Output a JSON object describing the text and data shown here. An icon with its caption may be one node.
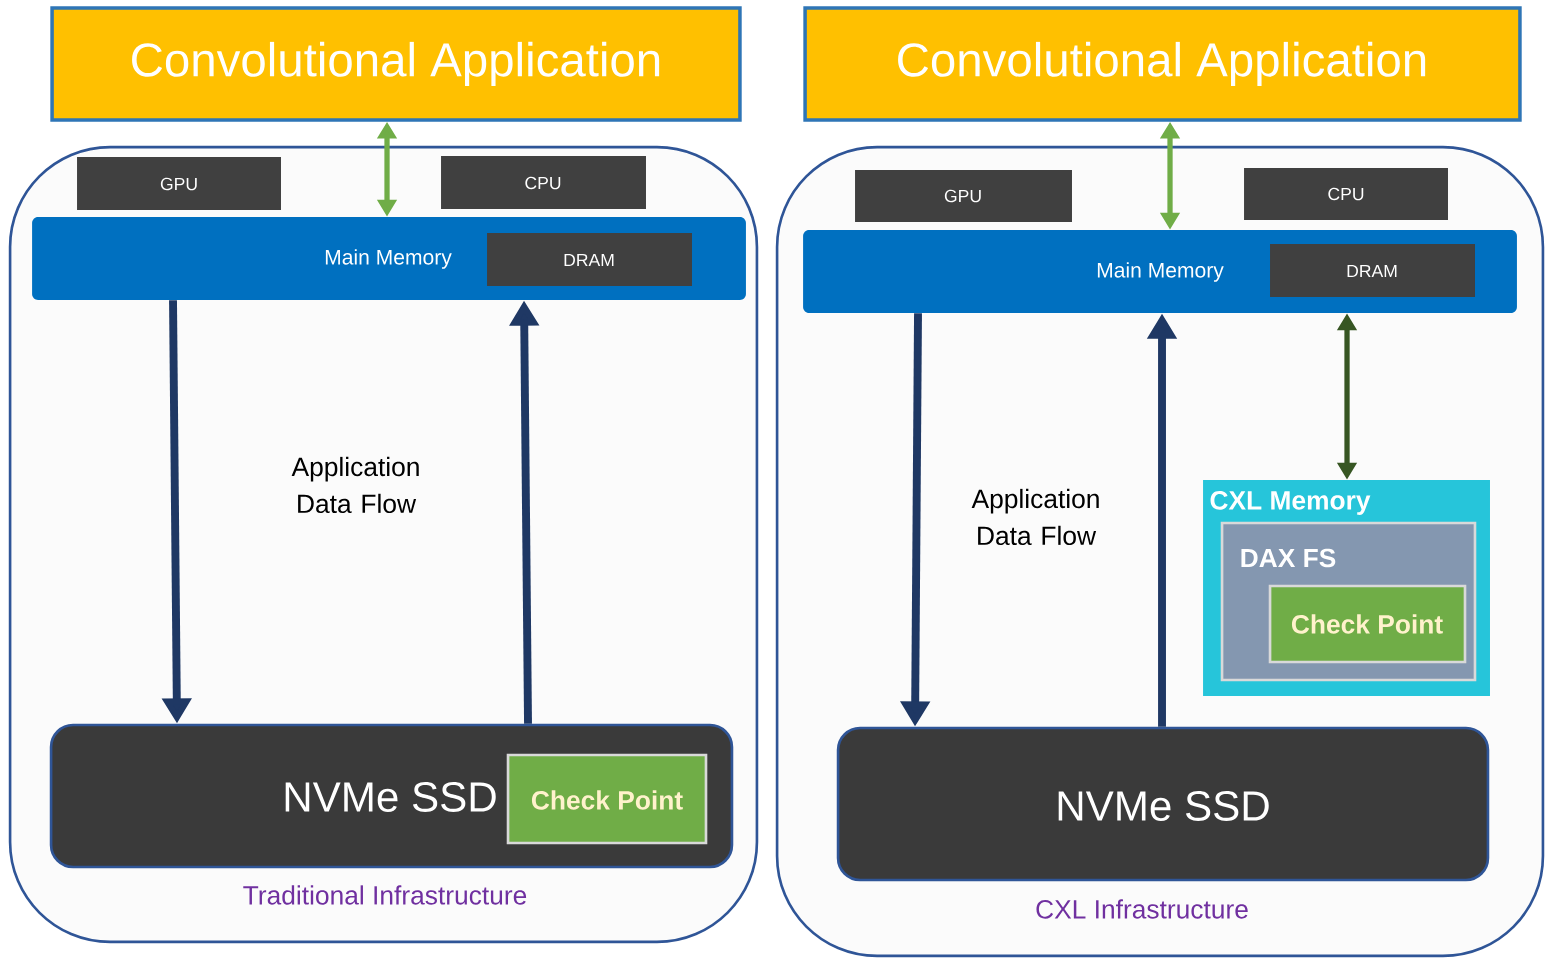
{
  "diagram": {
    "nodes": [
      {
        "text": [
          "Convolutional Application"
        ]
      },
      {
        "text": [
          "Traditional Infrastructure"
        ]
      },
      {
        "text": [
          "GPU"
        ],
        "in": 1
      },
      {
        "text": [
          "CPU"
        ],
        "in": 1
      },
      {
        "text": [
          "Main Memory"
        ],
        "in": 1
      },
      {
        "text": [
          "DRAM"
        ],
        "in": 4
      },
      {
        "text": [
          "NVMe SSD"
        ],
        "in": 1
      },
      {
        "text": [
          "Check Point"
        ],
        "in": 6
      },
      {
        "text": [
          "Convolutional Application"
        ]
      },
      {
        "text": [
          "CXL Infrastructure"
        ]
      },
      {
        "text": [
          "GPU"
        ],
        "in": 9
      },
      {
        "text": [
          "CPU"
        ],
        "in": 9
      },
      {
        "text": [
          "Main Memory"
        ],
        "in": 9
      },
      {
        "text": [
          "DRAM"
        ],
        "in": 12
      },
      {
        "text": [
          "CXL Memory"
        ],
        "in": 9
      },
      {
        "text": [
          "DAX FS"
        ],
        "in": 14
      },
      {
        "text": [
          "Check Point"
        ],
        "in": 15
      },
      {
        "text": [
          "NVMe SSD"
        ],
        "in": 9
      }
    ],
    "edges": [
      {
        "from": 0,
        "to": 4,
        "arrow": "both",
        "color": "#70ad47"
      },
      {
        "from": 4,
        "to": 6,
        "arrow": "to"
      },
      {
        "from": 6,
        "to": 4,
        "arrow": "to"
      },
      {
        "from": 8,
        "to": 12,
        "arrow": "both",
        "color": "#70ad47"
      },
      {
        "from": 12,
        "to": 17,
        "arrow": "to"
      },
      {
        "from": 17,
        "to": 12,
        "arrow": "to"
      },
      {
        "from": 12,
        "to": 14,
        "arrow": "both",
        "color": "#375623"
      }
    ],
    "labels": [
      "Application Data Flow",
      "Application Data Flow"
    ]
  }
}
